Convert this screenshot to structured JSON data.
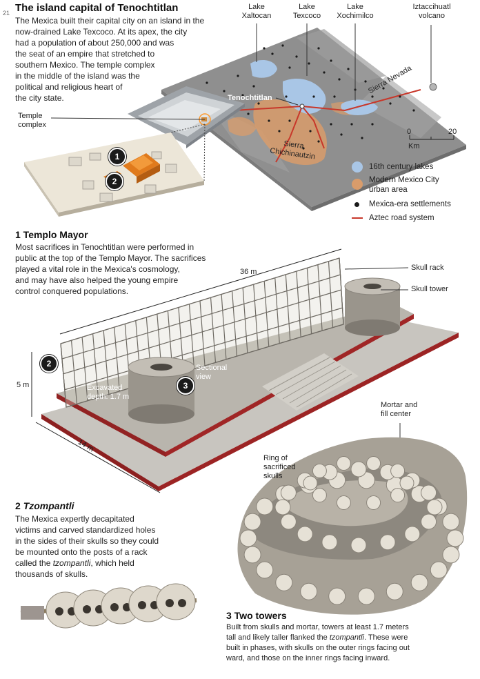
{
  "page_number": "21",
  "title": "The island capital of Tenochtitlan",
  "intro": {
    "lines": [
      "The Mexica built their capital city on an island in the",
      "now-drained Lake Texcoco. At its apex, the city",
      "had a population of about 250,000 and was",
      "the seat of an empire that stretched to",
      "southern Mexico. The temple complex",
      "in the middle of the island was the",
      "political and religious heart of",
      "the city state."
    ]
  },
  "map": {
    "labels": {
      "xaltocan": [
        "Lake",
        "Xaltocan"
      ],
      "texcoco": [
        "Lake",
        "Texcoco"
      ],
      "xochimilco": [
        "Lake",
        "Xochimilco"
      ],
      "iztaccihuatl": [
        "Iztaccihuatl",
        "volcano"
      ],
      "tenochtitlan": "Tenochtitlan",
      "sierra_nevada": "Sierra Nevada",
      "chichinautzin": [
        "Sierra",
        "Chichinautzin"
      ],
      "temple_complex": [
        "Temple",
        "complex"
      ]
    },
    "scale": {
      "min": "0",
      "max": "20",
      "unit": "Km"
    },
    "legend": [
      {
        "label": "16th century lakes",
        "color": "#a9c6e6",
        "kind": "lake"
      },
      {
        "label": "Modern Mexico City urban area",
        "color": "#d99c6b",
        "kind": "urban"
      },
      {
        "label": "Mexica-era settlements",
        "color": "#1a1a1a",
        "kind": "settlement"
      },
      {
        "label": "Aztec road system",
        "color": "#c8372a",
        "kind": "road"
      }
    ]
  },
  "markers": {
    "one": "1",
    "two": "2",
    "three": "3"
  },
  "section1": {
    "heading": "1 Templo Mayor",
    "lines": [
      "Most sacrifices in Tenochtitlan were performed in",
      "public at the top of the Templo Mayor. The sacrifices",
      "played a vital role in the Mexica's cosmology,",
      "and may have also helped the young empire",
      "control conquered populations."
    ]
  },
  "temple": {
    "dim_length": "36 m",
    "dim_height": "5 m",
    "dim_width": "14 m",
    "skull_rack": "Skull rack",
    "skull_tower": "Skull tower",
    "sectional_view": [
      "Sectional",
      "view"
    ],
    "excavated_depth": [
      "Excavated",
      "depth: 1.7 m"
    ]
  },
  "section2": {
    "heading_num": "2",
    "heading_word": "Tzompantli",
    "lines": [
      "The Mexica expertly decapitated",
      "victims and carved standardized holes",
      "in the sides of their skulls so they could",
      "be mounted onto the posts of a rack"
    ],
    "line5_prefix": "called the ",
    "line5_italic": "tzompantli",
    "line5_suffix": ", which held",
    "line6": "thousands of skulls."
  },
  "section3": {
    "heading": "3 Two towers",
    "line1": "Built from skulls and mortar, towers at least 1.7 meters",
    "line2_prefix": "tall and likely taller flanked the ",
    "line2_italic": "tzompantli",
    "line2_suffix": ". These were",
    "line3": "built in phases, with skulls on the outer rings facing out",
    "line4": "ward, and those on the inner rings facing inward."
  },
  "tower_labels": {
    "mortar": [
      "Mortar and",
      "fill center"
    ],
    "ring": [
      "Ring of",
      "sacrificed",
      "skulls"
    ]
  }
}
